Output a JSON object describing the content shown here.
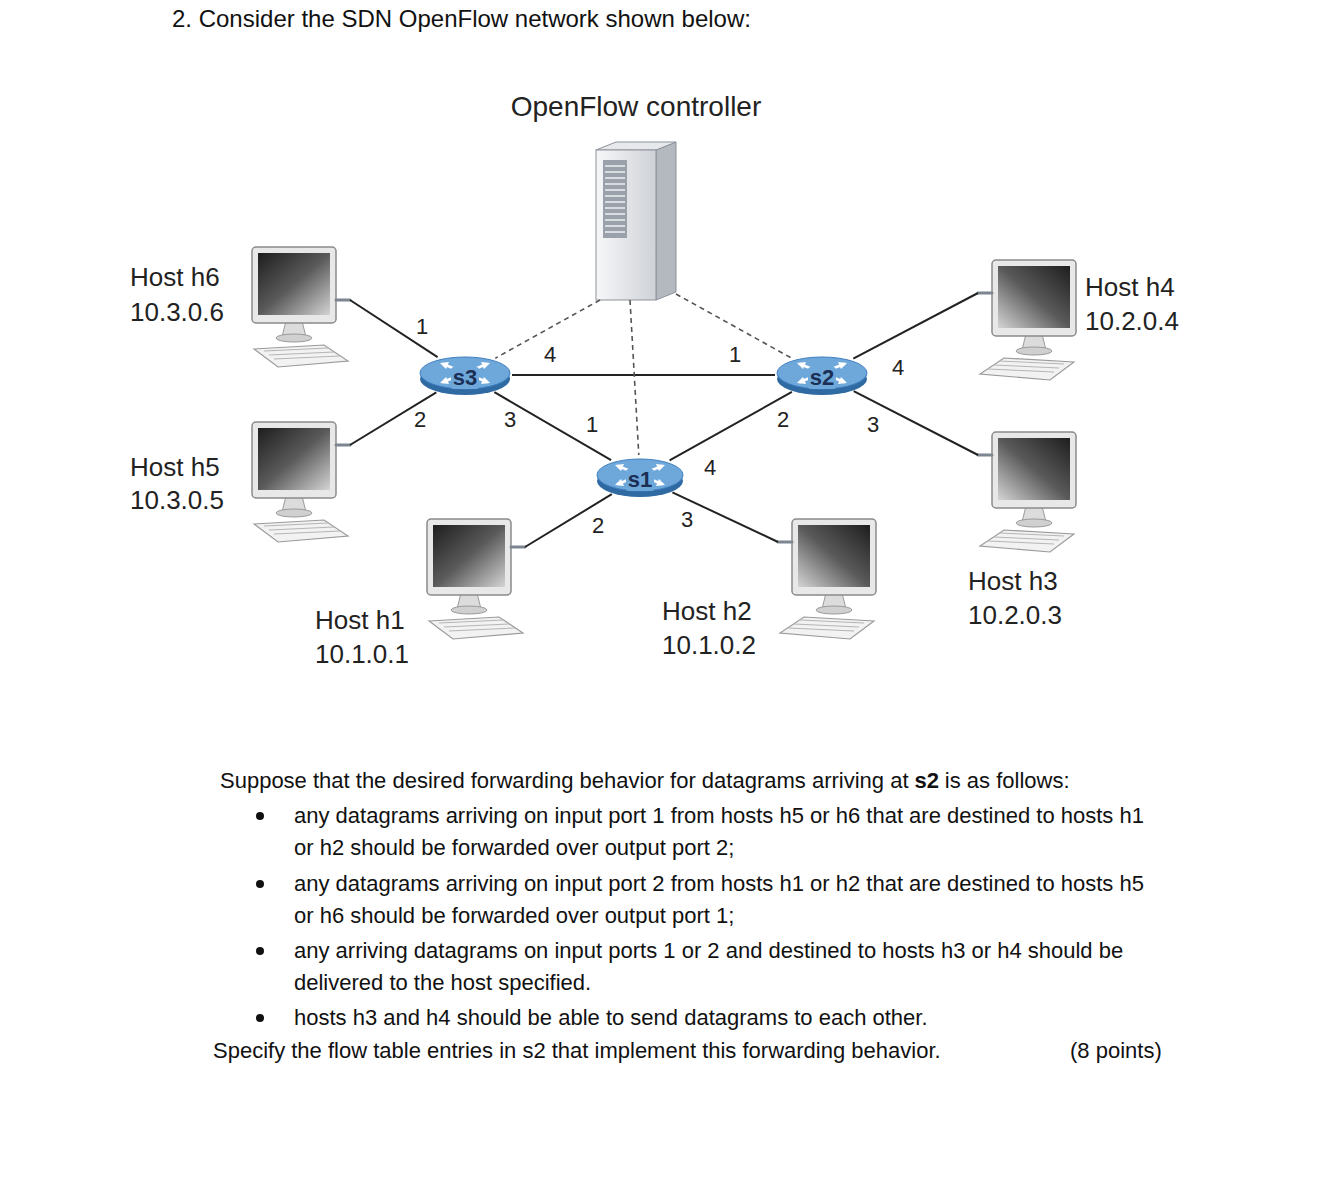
{
  "diagram": {
    "title": "2. Consider the SDN OpenFlow network shown below:",
    "nodes": [
      {
        "text": [
          "OpenFlow controller"
        ]
      },
      {
        "text": [
          "Host h6",
          "10.3.0.6"
        ]
      },
      {
        "text": [
          "Host h4",
          "10.2.0.4"
        ]
      },
      {
        "text": [
          "s3"
        ]
      },
      {
        "text": [
          "s2"
        ]
      },
      {
        "text": [
          "Host h5",
          "10.3.0.5"
        ]
      },
      {
        "text": [
          "s1"
        ]
      },
      {
        "text": [
          "Host h3",
          "10.2.0.3"
        ]
      },
      {
        "text": [
          "Host h1",
          "10.1.0.1"
        ]
      },
      {
        "text": [
          "Host h2",
          "10.1.0.2"
        ]
      }
    ],
    "edges": [
      {
        "from": 1,
        "to": 3,
        "arrow": "none"
      },
      {
        "from": 5,
        "to": 3,
        "arrow": "none"
      },
      {
        "from": 3,
        "to": 4,
        "arrow": "none"
      },
      {
        "from": 3,
        "to": 6,
        "arrow": "none"
      },
      {
        "from": 6,
        "to": 4,
        "arrow": "none"
      },
      {
        "from": 8,
        "to": 6,
        "arrow": "none"
      },
      {
        "from": 9,
        "to": 6,
        "arrow": "none"
      },
      {
        "from": 4,
        "to": 2,
        "arrow": "none"
      },
      {
        "from": 4,
        "to": 7,
        "arrow": "none"
      },
      {
        "from": 0,
        "to": 3,
        "arrow": "none"
      },
      {
        "from": 0,
        "to": 6,
        "arrow": "none"
      },
      {
        "from": 0,
        "to": 4,
        "arrow": "none"
      }
    ],
    "labels": [
      "1",
      "4",
      "1",
      "4",
      "2",
      "3",
      "1",
      "2",
      "3",
      "4",
      "2",
      "3",
      "Suppose that the desired forwarding behavior for datagrams arriving at",
      "s2",
      "is as follows:",
      "any datagrams arriving on input port 1 from hosts h5 or h6 that are destined to hosts h1 or h2 should be forwarded over output port 2;",
      "any datagrams arriving on input port 2 from hosts h1 or h2 that are destined to hosts h5 or h6 should be forwarded over output port 1;",
      "any arriving datagrams on input ports 1 or 2 and destined to hosts h3 or h4 should be delivered to the host specified.",
      "hosts h3 and h4 should be able to send datagrams to each other.",
      "Specify the flow table entries in s2 that implement this forwarding behavior.",
      "(8 points)"
    ]
  }
}
